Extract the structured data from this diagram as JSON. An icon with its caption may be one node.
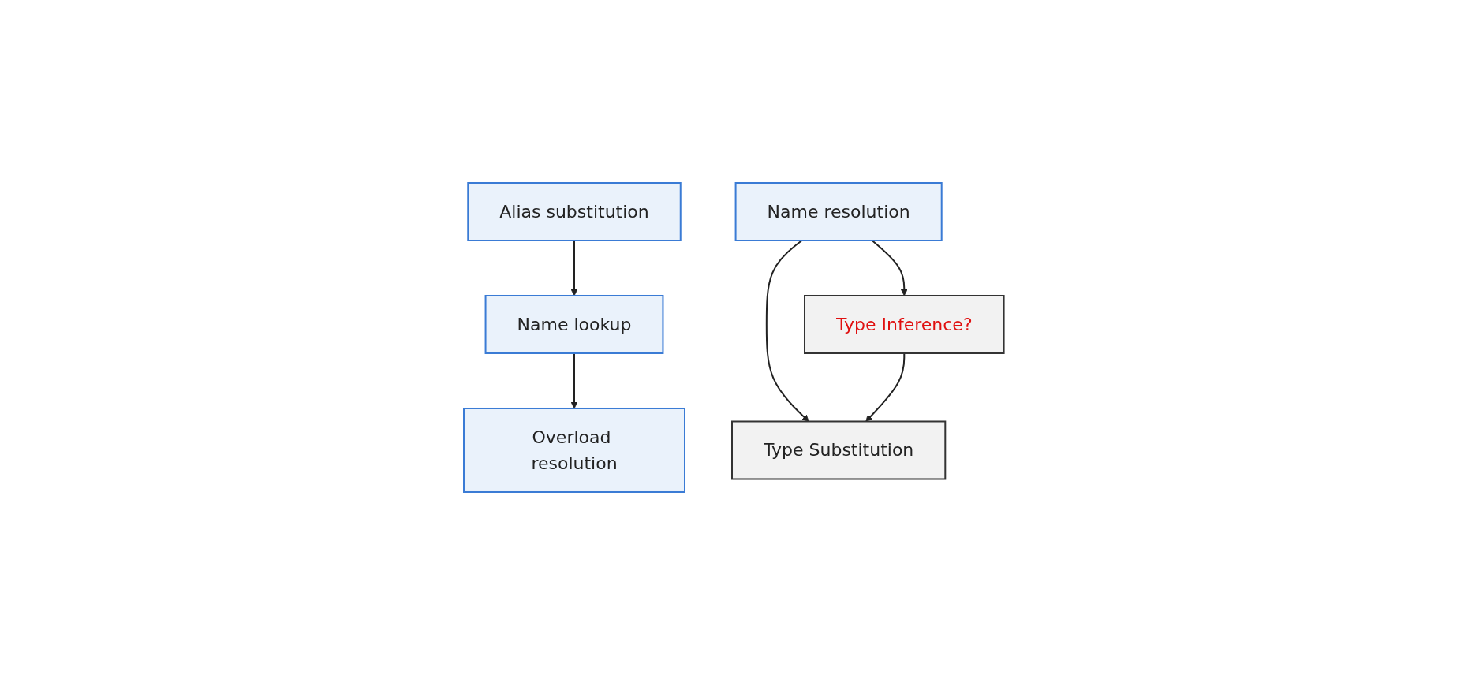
{
  "diagram": {
    "nodes": [
      {
        "text": [
          "Alias substitution"
        ]
      },
      {
        "text": [
          "Name lookup"
        ]
      },
      {
        "text": [
          "Overload resolution"
        ]
      },
      {
        "text": [
          "Name resolution"
        ]
      },
      {
        "text": [
          "Type Inference?"
        ]
      },
      {
        "text": [
          "Type Substitution"
        ]
      }
    ],
    "edges": [
      {
        "from": 0,
        "to": 1,
        "arrow": "to"
      },
      {
        "from": 1,
        "to": 2,
        "arrow": "to"
      },
      {
        "from": 3,
        "to": 5,
        "arrow": "to"
      },
      {
        "from": 3,
        "to": 4,
        "arrow": "to"
      },
      {
        "from": 4,
        "to": 5,
        "arrow": "to"
      }
    ]
  }
}
